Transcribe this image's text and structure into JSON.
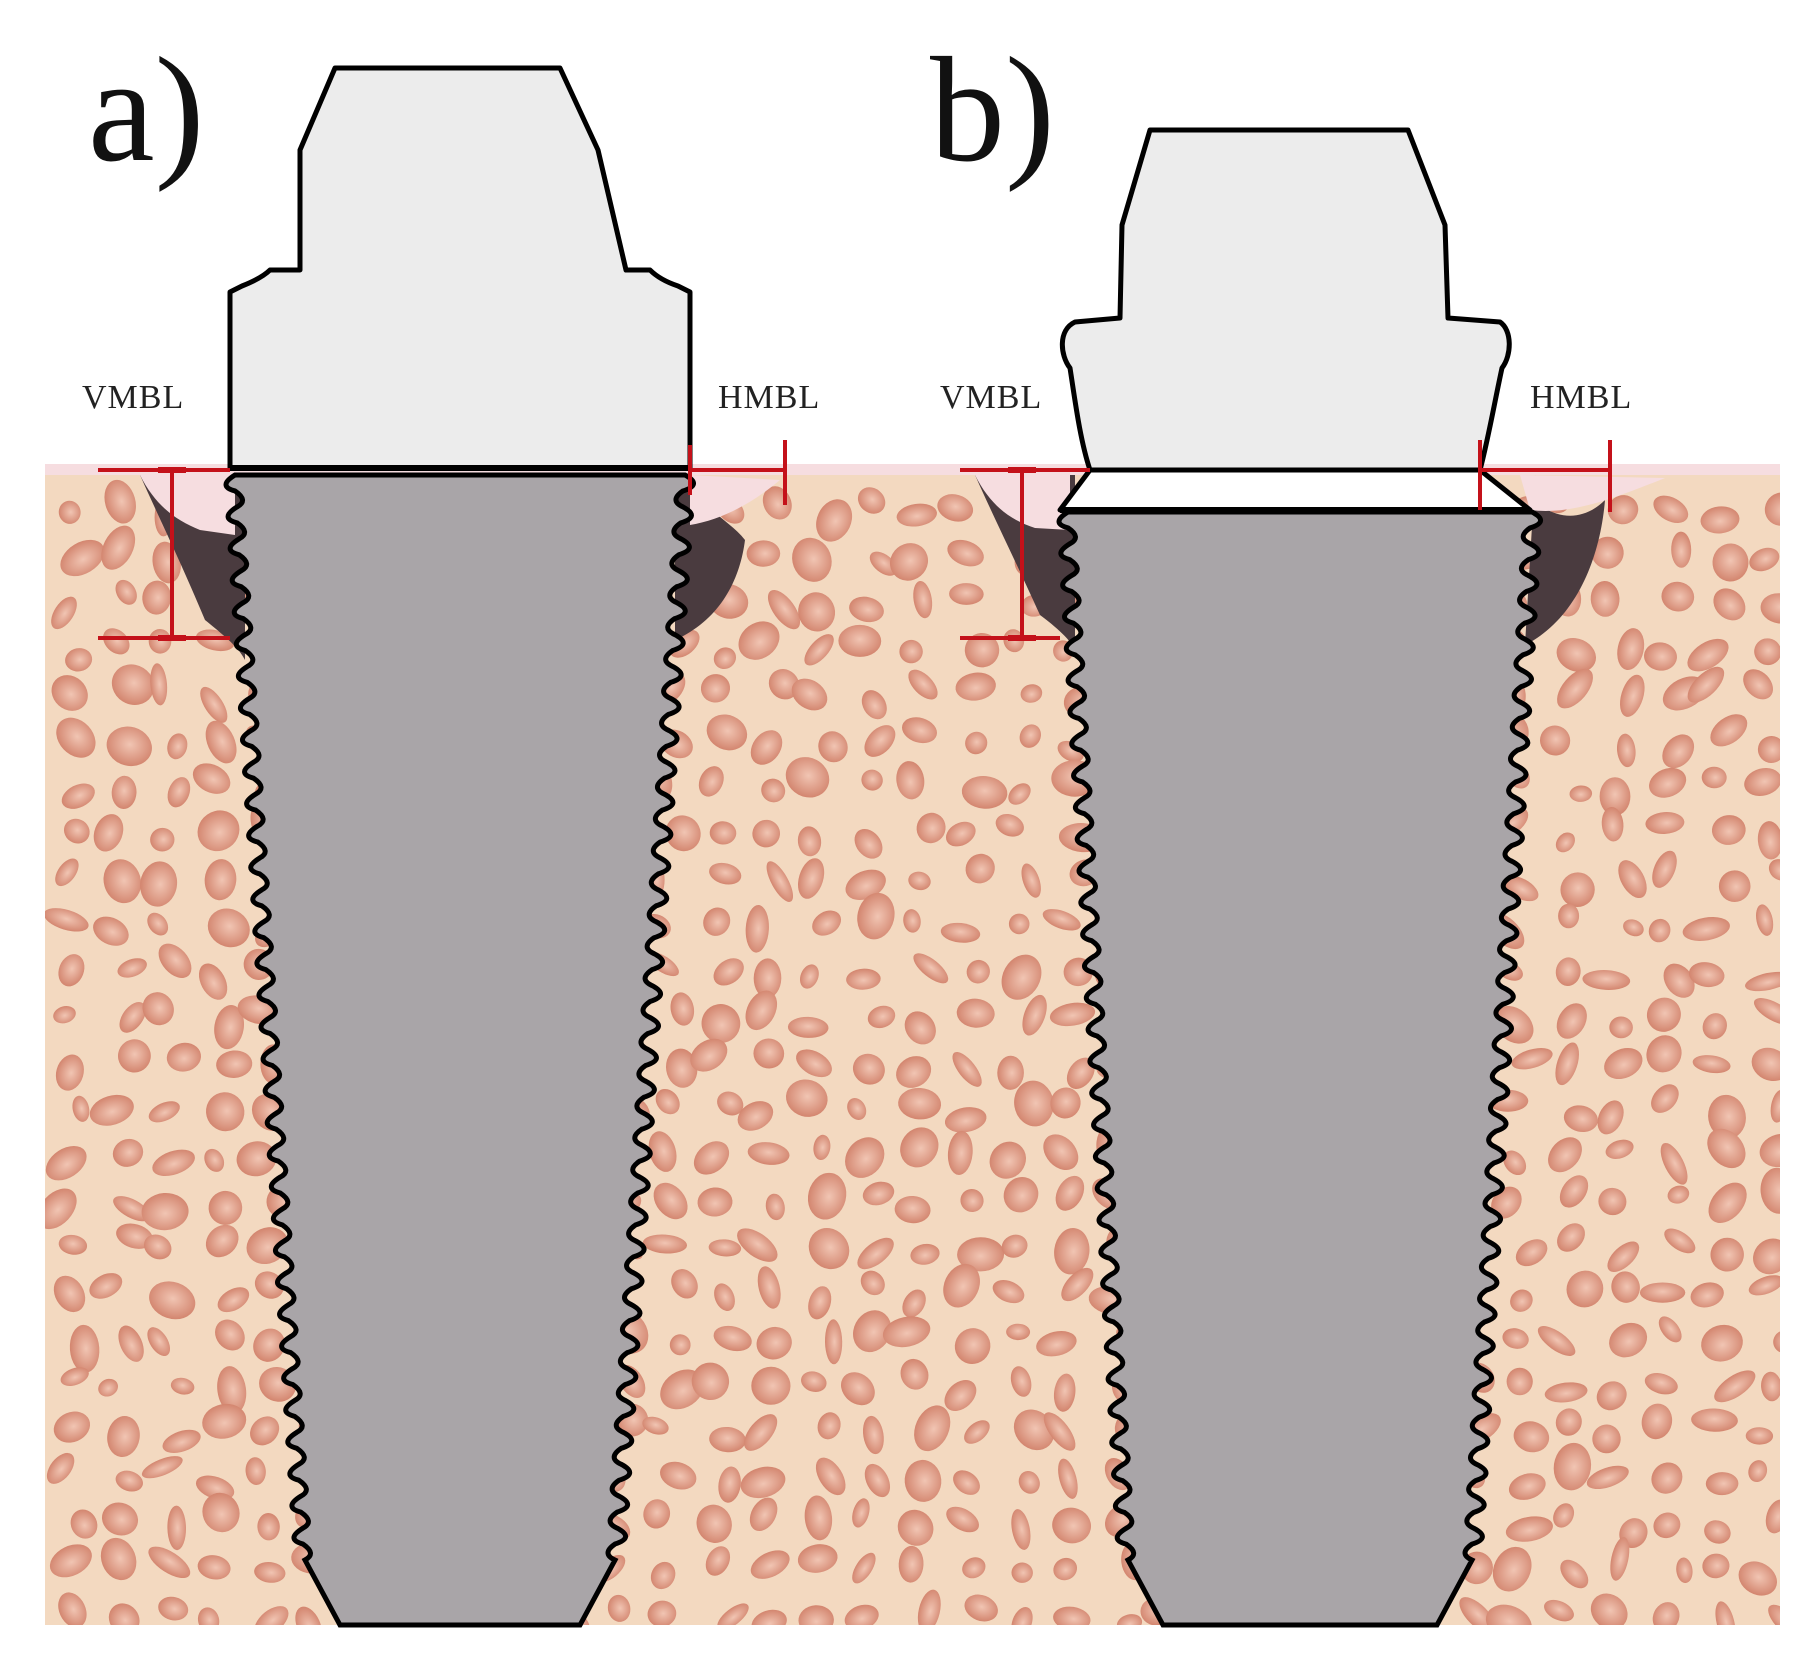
{
  "panels": [
    {
      "letter": "a)",
      "left_label": "VMBL",
      "right_label": "HMBL"
    },
    {
      "letter": "b)",
      "left_label": "VMBL",
      "right_label": "HMBL"
    }
  ],
  "colors": {
    "bone": "#f3d9c0",
    "bone_pore": "#d98f78",
    "soft_tissue": "#f6dde0",
    "implant": "#a9a5a8",
    "abutment": "#ececec",
    "bone_loss": "#4a3b3f",
    "marker": "#c4111a",
    "outline": "#000000"
  }
}
